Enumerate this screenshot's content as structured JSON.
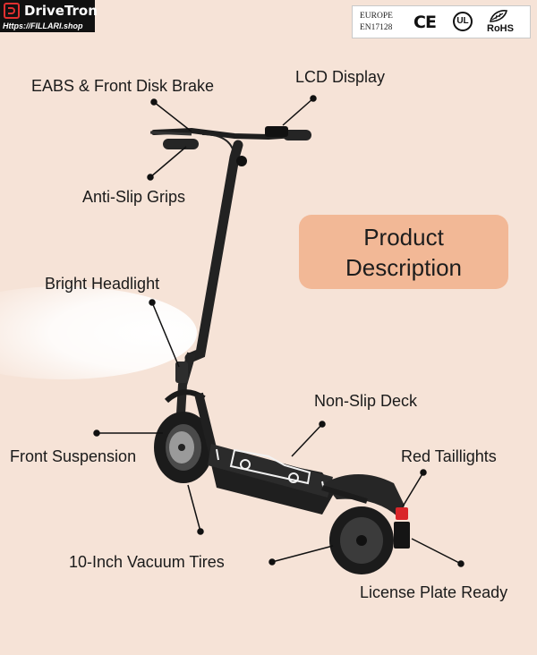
{
  "brand": {
    "name": "DriveTron",
    "url": "Https://FILLARI.shop"
  },
  "certifications": {
    "standard_line1": "EUROPE",
    "standard_line2": "EN17128",
    "ce": "CE",
    "ul": "UL",
    "rohs": "RoHS"
  },
  "headline": {
    "line1": "Product",
    "line2": "Description"
  },
  "features": {
    "eabs_brake": "EABS & Front Disk Brake",
    "lcd_display": "LCD Display",
    "grips": "Anti-Slip Grips",
    "headlight": "Bright Headlight",
    "deck": "Non-Slip Deck",
    "suspension": "Front Suspension",
    "taillights": "Red Taillights",
    "tires": "10-Inch Vacuum Tires",
    "license_plate": "License Plate Ready"
  },
  "icons": {
    "brand_logo": "drivetron-logo-icon",
    "ul_mark": "ul-certification-icon",
    "rohs_leaf": "rohs-leaf-icon"
  },
  "colors": {
    "background": "#f6e3d7",
    "headline_box": "#f2b896",
    "scooter_body": "#2a2a2a",
    "taillight": "#d9262a"
  }
}
